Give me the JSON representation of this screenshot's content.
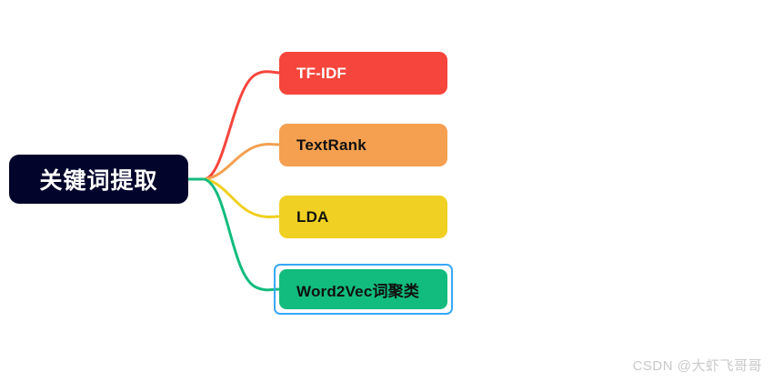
{
  "diagram": {
    "type": "mind-map",
    "title": "关键词提取",
    "orientation": "left-to-right",
    "background_color": "#ffffff",
    "root": {
      "label": "关键词提取",
      "fill_color": "#02042b",
      "text_color": "#ffffff"
    },
    "branches": [
      {
        "label": "TF-IDF",
        "fill_color": "#f6453c",
        "text_color": "#ffffff",
        "connector_color": "#f6453c",
        "selected": false
      },
      {
        "label": "TextRank",
        "fill_color": "#f4a050",
        "text_color": "#101010",
        "connector_color": "#f4a050",
        "selected": false
      },
      {
        "label": "LDA",
        "fill_color": "#f0d022",
        "text_color": "#101010",
        "connector_color": "#f0d022",
        "selected": false
      },
      {
        "label": "Word2Vec词聚类",
        "fill_color": "#12bc7e",
        "text_color": "#101010",
        "connector_color": "#12bc7e",
        "selected": true,
        "selection_color": "#38a8f8"
      }
    ]
  },
  "watermark": {
    "text": "CSDN @大虾飞哥哥",
    "color": "#c9c9c9"
  }
}
